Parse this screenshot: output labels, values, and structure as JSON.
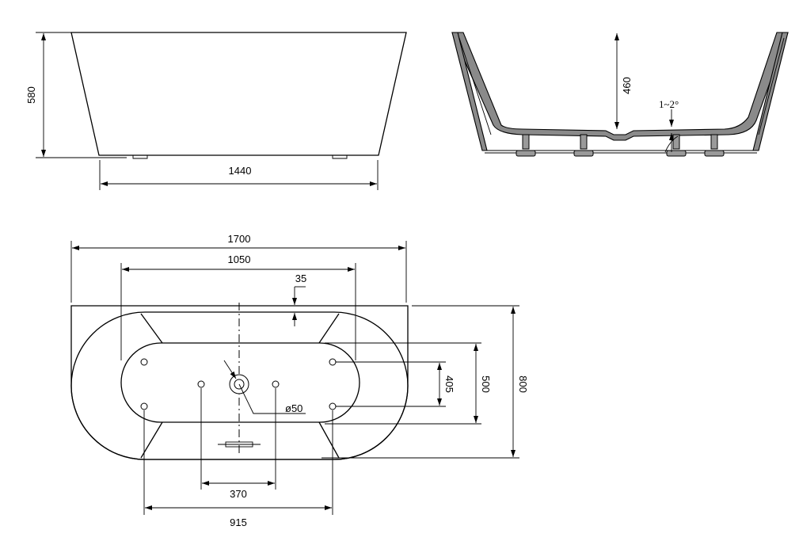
{
  "front_view": {
    "height_label": "580",
    "width_label": "1440"
  },
  "section_view": {
    "depth_label": "460",
    "slope_label": "1~2°"
  },
  "plan_view": {
    "overall_length_label": "1700",
    "inner_length_label": "1050",
    "wall_thickness_label": "35",
    "foot_spacing_label": "405",
    "inner_width_label": "500",
    "overall_width_label": "800",
    "drain_diameter_label": "ø50",
    "center_feet_spacing_label": "370",
    "outer_feet_spacing_label": "915"
  }
}
